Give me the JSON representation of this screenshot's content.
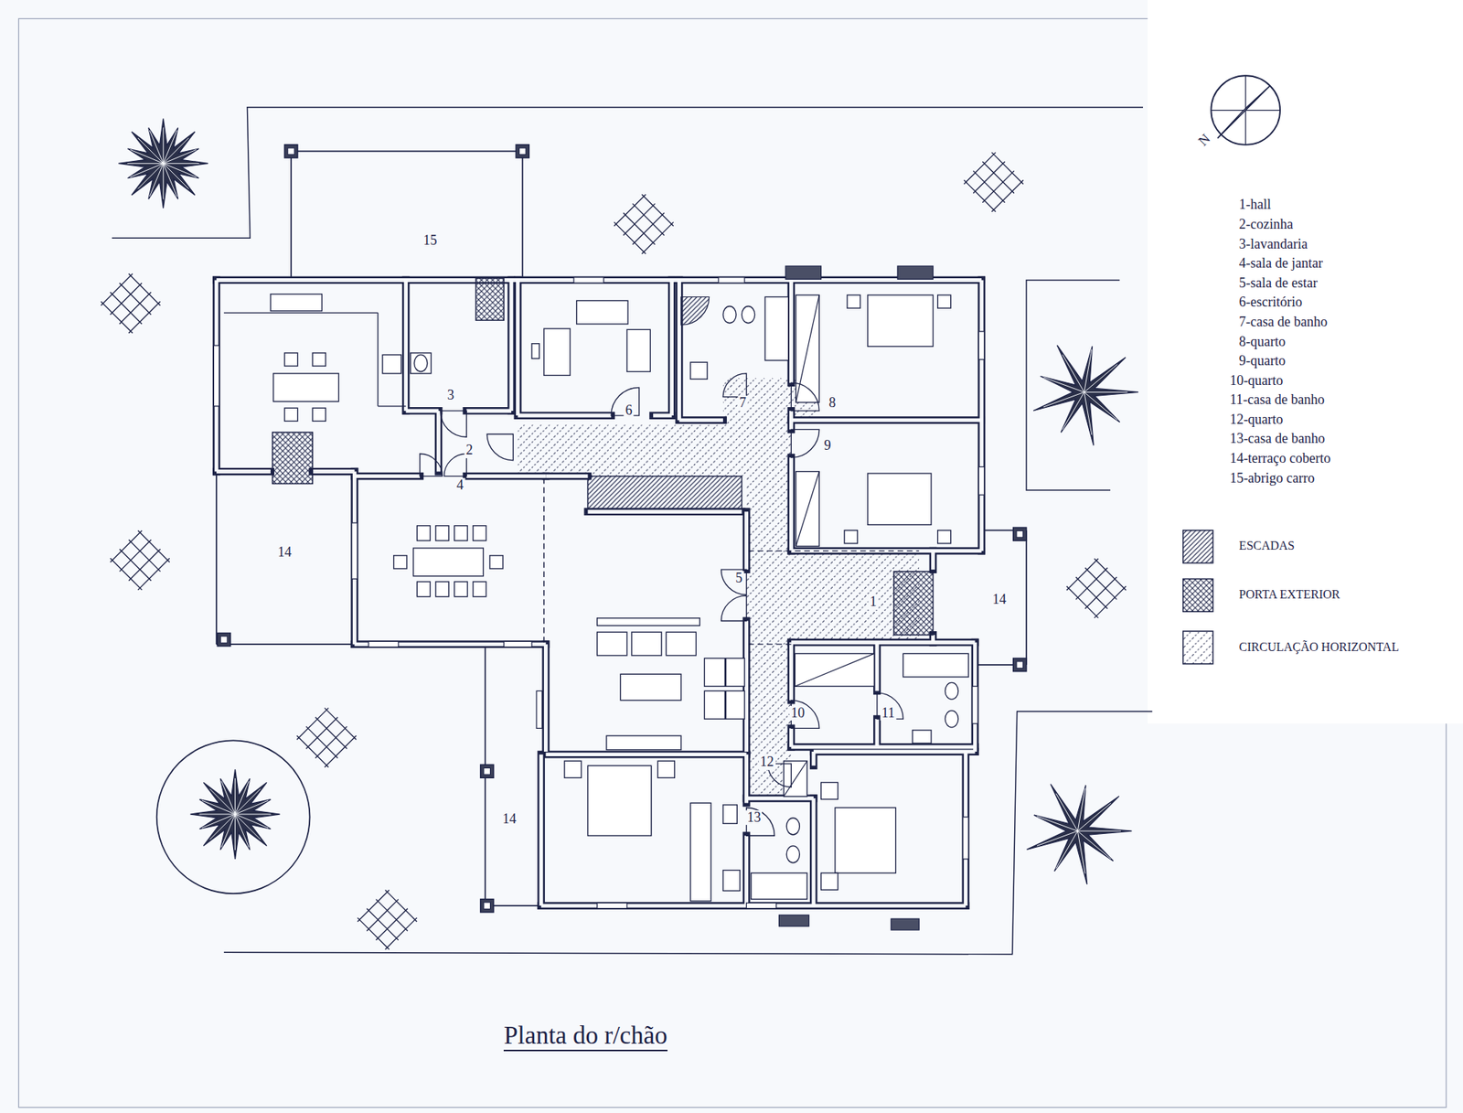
{
  "diagram": {
    "caption": "Planta do r/chão",
    "labels": [
      "15",
      "3",
      "6",
      "7",
      "8",
      "2",
      "4",
      "9",
      "14",
      "5",
      "1",
      "14",
      "10",
      "11",
      "12",
      "13",
      "14",
      "N"
    ],
    "legend": [
      {
        "text": "1-hall"
      },
      {
        "text": "2-cozinha"
      },
      {
        "text": "3-lavandaria"
      },
      {
        "text": "4-sala de jantar"
      },
      {
        "text": "5-sala de estar"
      },
      {
        "text": "6-escritório"
      },
      {
        "text": "7-casa de banho"
      },
      {
        "text": "8-quarto"
      },
      {
        "text": "9-quarto"
      },
      {
        "text": "10-quarto"
      },
      {
        "text": "11-casa de banho"
      },
      {
        "text": "12-quarto"
      },
      {
        "text": "13-casa de banho"
      },
      {
        "text": "14-terraço coberto"
      },
      {
        "text": "15-abrigo carro"
      },
      {
        "text": "ESCADAS"
      },
      {
        "text": "PORTA EXTERIOR"
      },
      {
        "text": "CIRCULAÇÃO HORIZONTAL"
      }
    ]
  }
}
